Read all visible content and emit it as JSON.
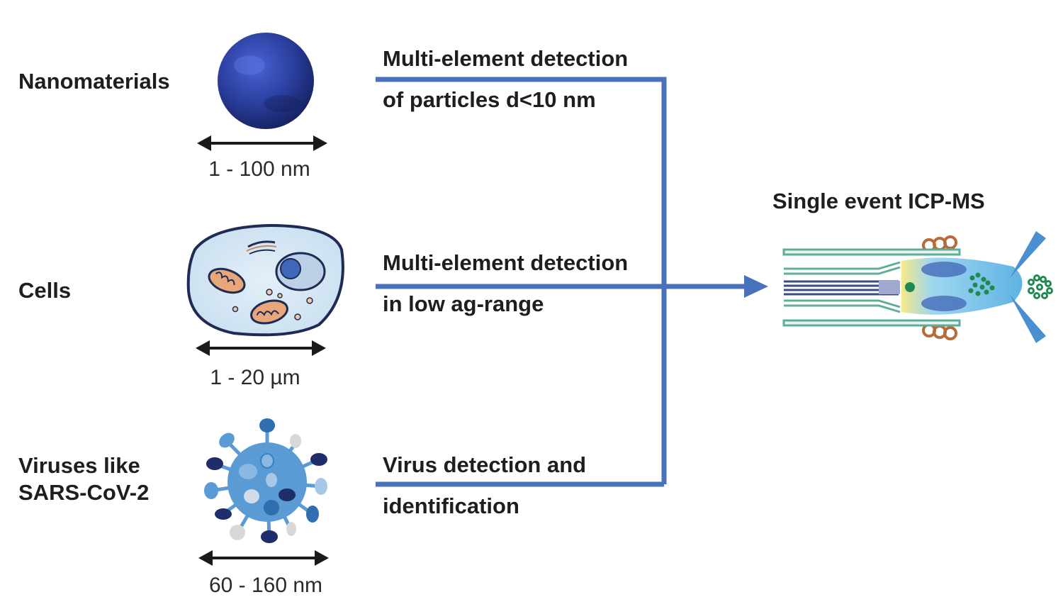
{
  "colors": {
    "connector": "#4a72bb",
    "arrow": "#4a72bb",
    "text": "#1e1e1e",
    "nanoparticle": "#2b3f9e",
    "cell_fill": "#d9e9f5",
    "cell_border": "#1f2a55",
    "mitochondria": "#e8a77a",
    "nucleus": "#3f68b8",
    "virus_body": "#5a9bd5",
    "virus_dark": "#1f2d6b",
    "instrument_plasma": "#7ec3ea",
    "instrument_lines": "#5fae99",
    "cone": "#4a8fd0",
    "ion_dots": "#1f8a4f"
  },
  "rows": [
    {
      "category": "Nanomaterials",
      "size": "1 - 100 nm",
      "desc_line1": "Multi-element detection",
      "desc_line2": "of particles d<10 nm",
      "icon": "nanoparticle-sphere-icon"
    },
    {
      "category": "Cells",
      "size": "1 - 20 µm",
      "desc_line1": "Multi-element detection",
      "desc_line2": "in low ag-range",
      "icon": "cell-icon"
    },
    {
      "category_line1": "Viruses like",
      "category_line2": "SARS-CoV-2",
      "size": "60 - 160 nm",
      "desc_line1": "Virus detection and",
      "desc_line2": "identification",
      "icon": "virus-icon"
    }
  ],
  "target": {
    "title": "Single event ICP-MS",
    "icon": "icp-ms-instrument-icon"
  }
}
